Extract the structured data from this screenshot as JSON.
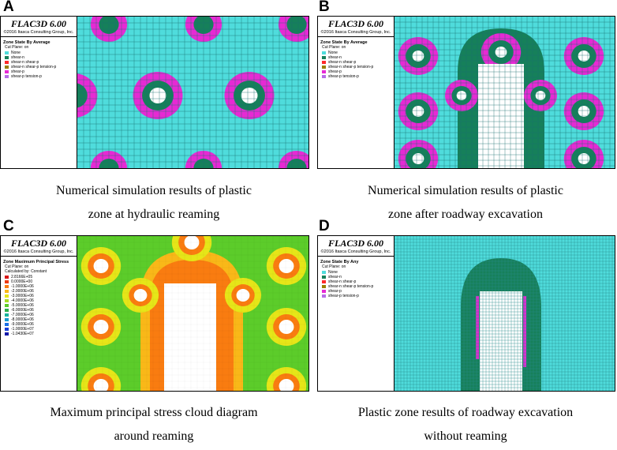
{
  "panels": [
    {
      "letter": "A",
      "software_title": "FLAC3D 6.00",
      "copyright": "©2016 Itasca Consulting Group, Inc.",
      "legend_heading": "Zone State By Average",
      "cut_plane": "Cut Plane: on",
      "entries": [
        {
          "label": "None",
          "color": "#4fdcdc"
        },
        {
          "label": "shear-n",
          "color": "#16805a"
        },
        {
          "label": "shear-n shear-p",
          "color": "#ff2a2a"
        },
        {
          "label": "shear-n shear-p tension-p",
          "color": "#9a7f00"
        },
        {
          "label": "shear-p",
          "color": "#e62ad4"
        },
        {
          "label": "shear-p tension-p",
          "color": "#b76ce6"
        }
      ],
      "caption_line1": "Numerical simulation results of plastic",
      "caption_line2": "zone at hydraulic reaming"
    },
    {
      "letter": "B",
      "software_title": "FLAC3D 6.00",
      "copyright": "©2016 Itasca Consulting Group, Inc.",
      "legend_heading": "Zone State By Average",
      "cut_plane": "Cut Plane: on",
      "entries": [
        {
          "label": "None",
          "color": "#4fdcdc"
        },
        {
          "label": "shear-n",
          "color": "#16805a"
        },
        {
          "label": "shear-n shear-p",
          "color": "#ff2a2a"
        },
        {
          "label": "shear-n shear-p tension-p",
          "color": "#9a7f00"
        },
        {
          "label": "shear-p",
          "color": "#e62ad4"
        },
        {
          "label": "shear-p tension-p",
          "color": "#b76ce6"
        }
      ],
      "caption_line1": "Numerical simulation results of plastic",
      "caption_line2": "zone after roadway excavation"
    },
    {
      "letter": "C",
      "software_title": "FLAC3D 6.00",
      "copyright": "©2016 Itasca Consulting Group, Inc.",
      "legend_heading": "Zone Maximum Principal Stress",
      "cut_plane": "Cut Plane: on",
      "calculated": "Calculated by: Constant",
      "entries": [
        {
          "label": "2.8166E+05",
          "color": "#d81818"
        },
        {
          "label": "0.0000E+00",
          "color": "#ee3a10"
        },
        {
          "label": "-1.0000E+06",
          "color": "#f97c10"
        },
        {
          "label": "-2.0000E+06",
          "color": "#f9b818"
        },
        {
          "label": "-3.0000E+06",
          "color": "#e6e618"
        },
        {
          "label": "-4.0000E+06",
          "color": "#a6dc24"
        },
        {
          "label": "-5.0000E+06",
          "color": "#5ccc2a"
        },
        {
          "label": "-6.0000E+06",
          "color": "#2cb04c"
        },
        {
          "label": "-7.0000E+06",
          "color": "#18b49c"
        },
        {
          "label": "-8.0000E+06",
          "color": "#189cd0"
        },
        {
          "label": "-9.0000E+06",
          "color": "#1870e6"
        },
        {
          "label": "-1.0000E+07",
          "color": "#1840d8"
        },
        {
          "label": "-1.0430E+07",
          "color": "#1018a8"
        }
      ],
      "caption_line1": "Maximum principal stress cloud diagram",
      "caption_line2": "around reaming"
    },
    {
      "letter": "D",
      "software_title": "FLAC3D 6.00",
      "copyright": "©2016 Itasca Consulting Group, Inc.",
      "legend_heading": "Zone State By Any",
      "cut_plane": "Cut Plane: on",
      "entries": [
        {
          "label": "None",
          "color": "#4fdcdc"
        },
        {
          "label": "shear-n",
          "color": "#16805a"
        },
        {
          "label": "shear-n shear-p",
          "color": "#ff2a2a"
        },
        {
          "label": "shear-n shear-p tension-p",
          "color": "#9a7f00"
        },
        {
          "label": "shear-p",
          "color": "#e62ad4"
        },
        {
          "label": "shear-p tension-p",
          "color": "#b76ce6"
        }
      ],
      "caption_line1": "Plastic zone results of roadway excavation",
      "caption_line2": "without reaming"
    }
  ]
}
